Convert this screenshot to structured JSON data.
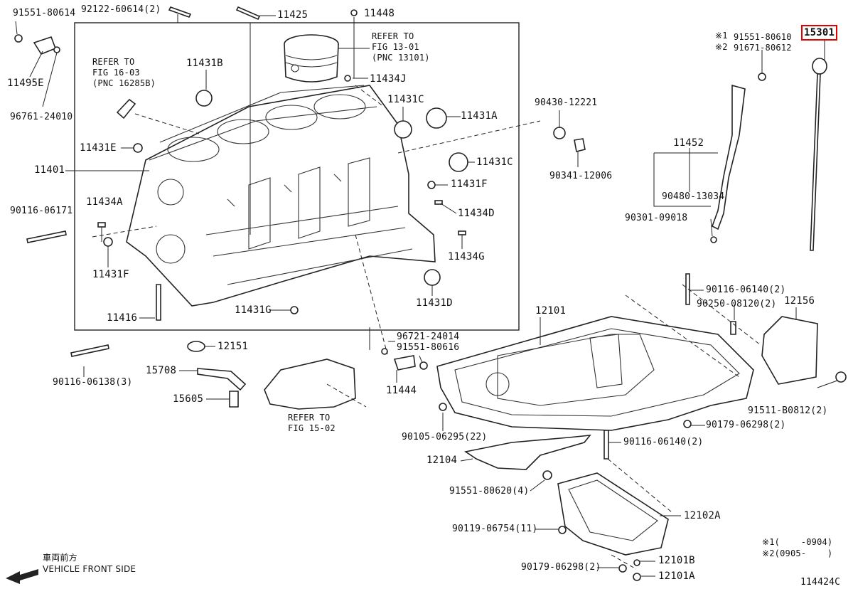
{
  "parts": {
    "p91551_80614": "91551-80614",
    "p92122_60614": "92122-60614(2)",
    "p11425": "11425",
    "p11448": "11448",
    "p11495e": "11495E",
    "p96761_24010": "96761-24010",
    "p11431b": "11431B",
    "p11434j": "11434J",
    "p11431c_a": "11431C",
    "p11431a": "11431A",
    "p11431e": "11431E",
    "p11401": "11401",
    "p11431c_b": "11431C",
    "p11431f_a": "11431F",
    "p11434a": "11434A",
    "p90116_06171": "90116-06171",
    "p11434d": "11434D",
    "p11434g": "11434G",
    "p11431f_b": "11431F",
    "p11431d": "11431D",
    "p11416": "11416",
    "p11431g": "11431G",
    "p12151": "12151",
    "p90116_06138": "90116-06138(3)",
    "p15708": "15708",
    "p15605": "15605",
    "p96721_24014": "96721-24014",
    "p91551_80616": "91551-80616",
    "p11444": "11444",
    "p90430_12221": "90430-12221",
    "p90341_12006": "90341-12006",
    "p91551_80610": "91551-80610",
    "p91671_80612": "91671-80612",
    "p15301": "15301",
    "p11452": "11452",
    "p90480_13034": "90480-13034",
    "p90301_09018": "90301-09018",
    "p90116_06140_a": "90116-06140(2)",
    "p90250_08120": "90250-08120(2)",
    "p12156": "12156",
    "p12101": "12101",
    "p91511_b0812": "91511-B0812(2)",
    "p90179_06298_a": "90179-06298(2)",
    "p90105_06295": "90105-06295(22)",
    "p12104": "12104",
    "p90116_06140_b": "90116-06140(2)",
    "p91551_80620": "91551-80620(4)",
    "p12102a": "12102A",
    "p90119_06754": "90119-06754(11)",
    "p12101b": "12101B",
    "p90179_06298_b": "90179-06298(2)",
    "p12101a": "12101A"
  },
  "refs": {
    "fig13": "REFER TO\nFIG 13-01\n(PNC 13101)",
    "fig16": "REFER TO\nFIG 16-03\n(PNC 16285B)",
    "fig15": "REFER TO\nFIG 15-02"
  },
  "marks": {
    "mark1": "※1",
    "mark2": "※2"
  },
  "notes": {
    "note1": "※1(    -0904)",
    "note2": "※2(0905-    )"
  },
  "footer": {
    "front_jp": "車両前方",
    "front_en": "VEHICLE FRONT SIDE",
    "figure_id": "114424C"
  },
  "highlight": {
    "part": "15301",
    "color": "#e00000"
  }
}
